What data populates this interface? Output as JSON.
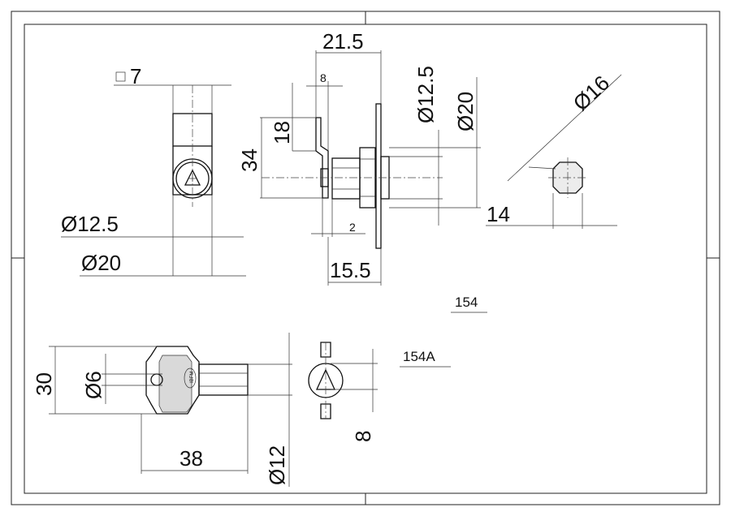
{
  "labels": {
    "square_7": "7",
    "d12_5_left": "Ø12.5",
    "d20_left": "Ø20",
    "w21_5": "21.5",
    "w8": "8",
    "h18": "18",
    "h34": "34",
    "w2": "2",
    "w15_5": "15.5",
    "d12_5_side": "Ø12.5",
    "d20_side": "Ø20",
    "d16": "Ø16",
    "w14": "14",
    "code_154": "154",
    "code_154a": "154A",
    "h30": "30",
    "d6": "Ø6",
    "w38": "38",
    "d12_key": "Ø12",
    "w8_key": "8",
    "key_brand": "IBFM"
  }
}
